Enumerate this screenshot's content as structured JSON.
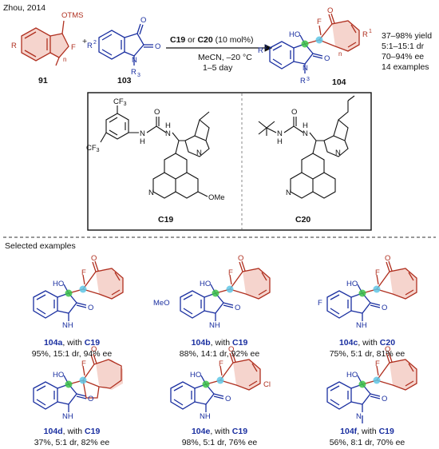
{
  "header": {
    "citation": "Zhou, 2014"
  },
  "reaction": {
    "reagent1_label": "91",
    "reagent1_group": "OTMS",
    "reagent1_R": "R",
    "reagent1_F": "F",
    "reagent1_n": "n",
    "plus": "+",
    "reagent2_label": "103",
    "reagent2_R2": "R",
    "reagent2_R3": "R",
    "catalyst_line": "C19 or C20 (10 mol%)",
    "catalyst_c19": "C19",
    "catalyst_or": " or ",
    "catalyst_c20": "C20",
    "catalyst_loading": " (10 mol%)",
    "conditions_line1": "MeCN, –20 °C",
    "conditions_line2": "1–5 day",
    "product_label": "104",
    "product_HO": "HO",
    "product_F": "F",
    "product_R1": "R",
    "product_n": "n",
    "results": [
      "37–98% yield",
      "5:1–15:1 dr",
      "70–94% ee",
      "14 examples"
    ]
  },
  "catalysts": [
    {
      "label": "C19",
      "subst_top": "CF",
      "subst_bottom": "CF",
      "ome": "OMe"
    },
    {
      "label": "C20"
    }
  ],
  "selected_title": "Selected examples",
  "examples": [
    {
      "id": "104a",
      "catalyst": "C19",
      "result": "95%, 15:1 dr, 94% ee"
    },
    {
      "id": "104b",
      "catalyst": "C19",
      "result": "88%, 14:1 dr, 92% ee",
      "subst": "MeO"
    },
    {
      "id": "104c",
      "catalyst": "C20",
      "result": "75%, 5:1 dr, 81% ee",
      "subst": "F"
    },
    {
      "id": "104d",
      "catalyst": "C19",
      "result": "37%, 5:1 dr, 82% ee"
    },
    {
      "id": "104e",
      "catalyst": "C19",
      "result": "98%, 5:1 dr, 76% ee",
      "subst": "Cl"
    },
    {
      "id": "104f",
      "catalyst": "C19",
      "result": "56%, 8:1 dr, 70% ee"
    }
  ],
  "colors": {
    "blue": "#1a2fa0",
    "red": "#b03020",
    "green": "#3cc24a",
    "cyan": "#5fc7e6"
  }
}
